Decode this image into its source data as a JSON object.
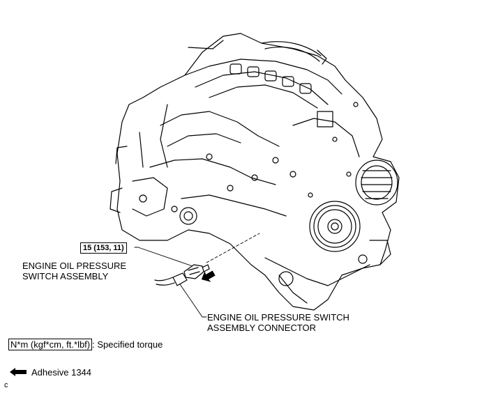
{
  "torque_callout": "15 (153, 11)",
  "labels": {
    "switch_line1": "ENGINE OIL PRESSURE",
    "switch_line2": "SWITCH ASSEMBLY",
    "connector_line1": "ENGINE OIL PRESSURE SWITCH",
    "connector_line2": "ASSEMBLY CONNECTOR"
  },
  "legend": {
    "torque_units": "N*m (kgf*cm, ft.*lbf)",
    "torque_desc": ": Specified torque",
    "adhesive": "Adhesive 1344"
  },
  "corner_mark": "c"
}
